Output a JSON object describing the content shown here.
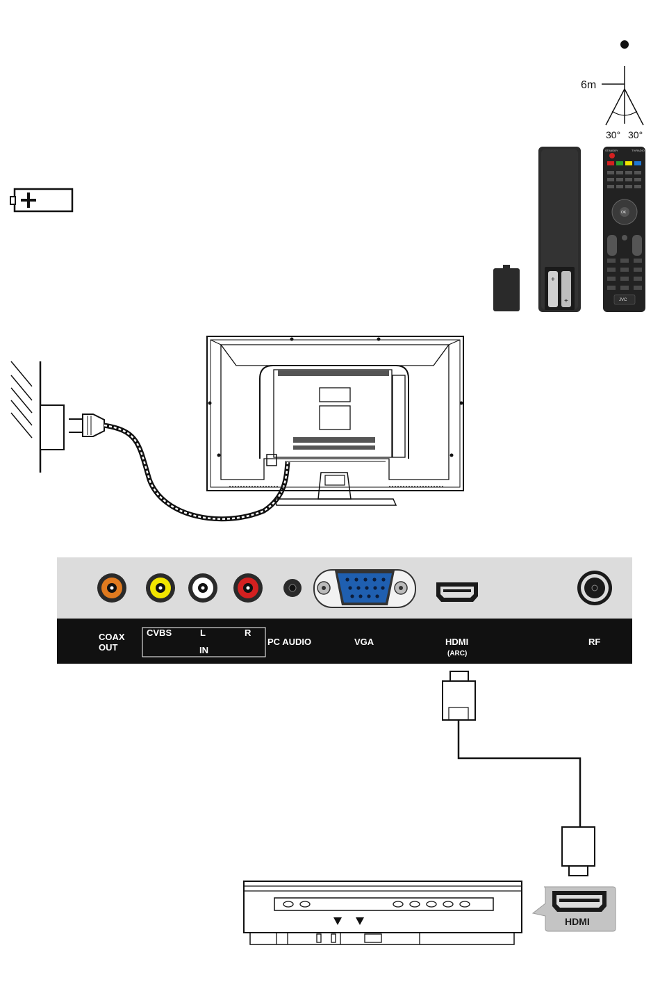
{
  "range": {
    "distance": "6m",
    "angle_left": "30°",
    "angle_right": "30°"
  },
  "remote": {
    "brand": "JVC",
    "key_standby": "STANDBY",
    "key_tv_radio": "TV/RADIO",
    "key_ok": "OK"
  },
  "panel": {
    "labels": {
      "coax_line1": "COAX",
      "coax_line2": "OUT",
      "cvbs": "CVBS",
      "l": "L",
      "r": "R",
      "in": "IN",
      "pc_audio": "PC AUDIO",
      "vga": "VGA",
      "hdmi": "HDMI",
      "arc": "(ARC)",
      "rf": "RF"
    },
    "jack_colors": {
      "coax": "#e07a1f",
      "cvbs": "#f2e500",
      "left": "#ffffff",
      "right": "#d42020",
      "vga": "#1f5fb0"
    }
  },
  "device": {
    "port_label": "HDMI"
  }
}
